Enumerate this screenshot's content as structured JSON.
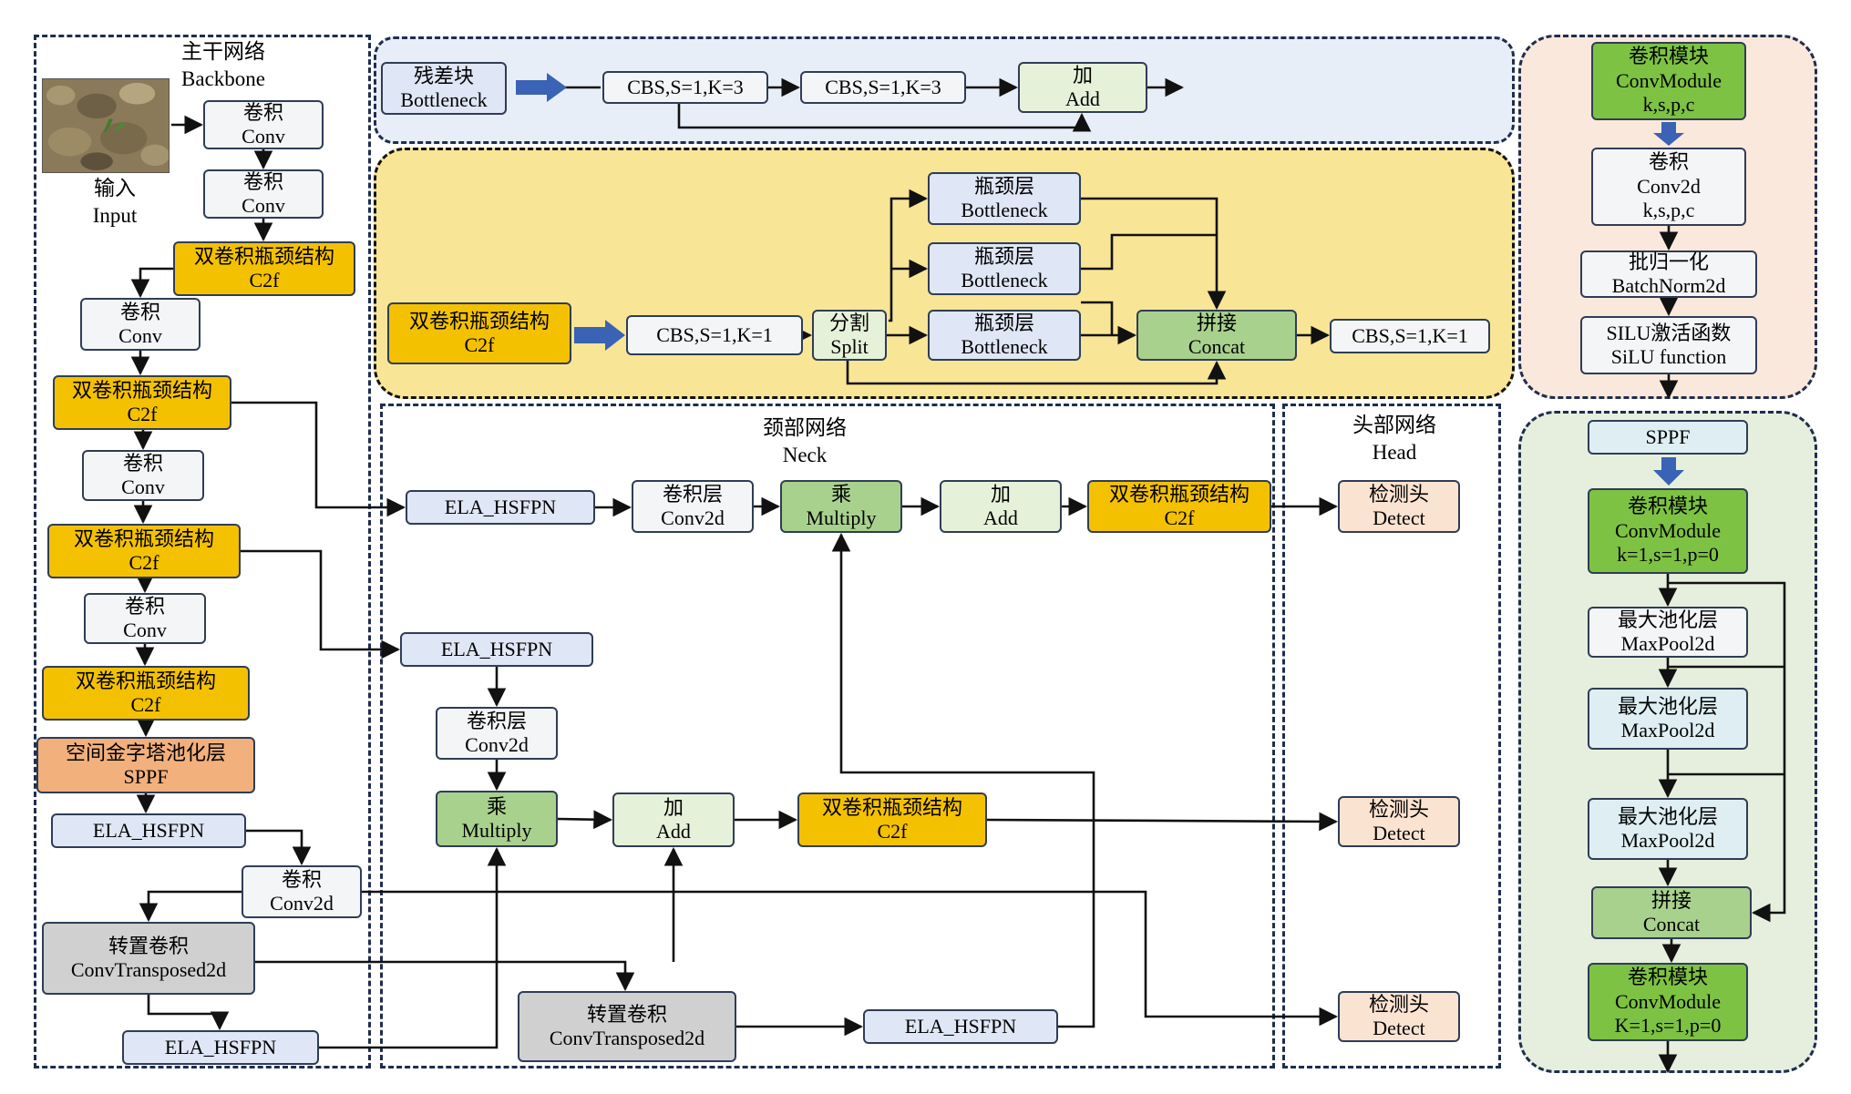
{
  "regions": {
    "backbone": {
      "cn": "主干网络",
      "en": "Backbone"
    },
    "neck": {
      "cn": "颈部网络",
      "en": "Neck"
    },
    "head": {
      "cn": "头部网络",
      "en": "Head"
    }
  },
  "colors": {
    "backbone_region_bg": "#ffffff",
    "bottleneck_region_bg": "#e8eef8",
    "c2f_region_bg": "#f8e596",
    "convmodule_region_bg": "#fbe8dc",
    "sppf_region_bg": "#e6efdd",
    "c2f_block": "#f4c100",
    "sppf_block": "#f2b07c",
    "transposed_block": "#d0d0d0",
    "multiply_concat_block": "#a9d18e",
    "add_block": "#e6f1d9",
    "detect_block": "#fbe3d2",
    "convmodule_block": "#7dc242",
    "arrow_blue": "#3a62b5",
    "line": "#111111"
  },
  "input": {
    "cn": "输入",
    "en": "Input"
  },
  "backbone": {
    "conv1": {
      "cn": "卷积",
      "en": "Conv"
    },
    "conv2": {
      "cn": "卷积",
      "en": "Conv"
    },
    "c2f1": {
      "cn": "双卷积瓶颈结构",
      "en": "C2f"
    },
    "conv3": {
      "cn": "卷积",
      "en": "Conv"
    },
    "c2f2": {
      "cn": "双卷积瓶颈结构",
      "en": "C2f"
    },
    "conv4": {
      "cn": "卷积",
      "en": "Conv"
    },
    "c2f3": {
      "cn": "双卷积瓶颈结构",
      "en": "C2f"
    },
    "conv5": {
      "cn": "卷积",
      "en": "Conv"
    },
    "c2f4": {
      "cn": "双卷积瓶颈结构",
      "en": "C2f"
    },
    "sppf": {
      "cn": "空间金字塔池化层",
      "en": "SPPF"
    },
    "ela1": {
      "en": "ELA_HSFPN"
    },
    "conv2d": {
      "cn": "卷积",
      "en": "Conv2d"
    },
    "tconv": {
      "cn": "转置卷积",
      "en": "ConvTransposed2d"
    },
    "ela2": {
      "en": "ELA_HSFPN"
    }
  },
  "bottleneck_detail": {
    "title": {
      "cn": "残差块",
      "en": "Bottleneck"
    },
    "cbs1": "CBS,S=1,K=3",
    "cbs2": "CBS,S=1,K=3",
    "add": {
      "cn": "加",
      "en": "Add"
    }
  },
  "c2f_detail": {
    "title": {
      "cn": "双卷积瓶颈结构",
      "en": "C2f"
    },
    "cbs_in": "CBS,S=1,K=1",
    "split": {
      "cn": "分割",
      "en": "Split"
    },
    "bottlenecks": [
      {
        "cn": "瓶颈层",
        "en": "Bottleneck"
      },
      {
        "cn": "瓶颈层",
        "en": "Bottleneck"
      },
      {
        "cn": "瓶颈层",
        "en": "Bottleneck"
      }
    ],
    "concat": {
      "cn": "拼接",
      "en": "Concat"
    },
    "cbs_out": "CBS,S=1,K=1"
  },
  "neck": {
    "ela_top": {
      "en": "ELA_HSFPN"
    },
    "conv2d_top": {
      "cn": "卷积层",
      "en": "Conv2d"
    },
    "mul_top": {
      "cn": "乘",
      "en": "Multiply"
    },
    "add_top": {
      "cn": "加",
      "en": "Add"
    },
    "c2f_top": {
      "cn": "双卷积瓶颈结构",
      "en": "C2f"
    },
    "ela_mid": {
      "en": "ELA_HSFPN"
    },
    "conv2d_mid": {
      "cn": "卷积层",
      "en": "Conv2d"
    },
    "mul_mid": {
      "cn": "乘",
      "en": "Multiply"
    },
    "add_mid": {
      "cn": "加",
      "en": "Add"
    },
    "c2f_mid": {
      "cn": "双卷积瓶颈结构",
      "en": "C2f"
    },
    "tconv": {
      "cn": "转置卷积",
      "en": "ConvTransposed2d"
    },
    "ela_bot": {
      "en": "ELA_HSFPN"
    }
  },
  "head": {
    "detect1": {
      "cn": "检测头",
      "en": "Detect"
    },
    "detect2": {
      "cn": "检测头",
      "en": "Detect"
    },
    "detect3": {
      "cn": "检测头",
      "en": "Detect"
    }
  },
  "convmodule_detail": {
    "title": {
      "cn": "卷积模块",
      "en": "ConvModule",
      "params": "k,s,p,c"
    },
    "conv2d": {
      "cn": "卷积",
      "en": "Conv2d",
      "params": "k,s,p,c"
    },
    "bn": {
      "cn": "批归一化",
      "en": "BatchNorm2d"
    },
    "silu": {
      "cn": "SILU激活函数",
      "en": "SiLU function"
    }
  },
  "sppf_detail": {
    "title": "SPPF",
    "cm1": {
      "cn": "卷积模块",
      "en": "ConvModule",
      "params": "k=1,s=1,p=0"
    },
    "pool1": {
      "cn": "最大池化层",
      "en": "MaxPool2d"
    },
    "pool2": {
      "cn": "最大池化层",
      "en": "MaxPool2d"
    },
    "pool3": {
      "cn": "最大池化层",
      "en": "MaxPool2d"
    },
    "concat": {
      "cn": "拼接",
      "en": "Concat"
    },
    "cm2": {
      "cn": "卷积模块",
      "en": "ConvModule",
      "params": "K=1,s=1,p=0"
    }
  }
}
